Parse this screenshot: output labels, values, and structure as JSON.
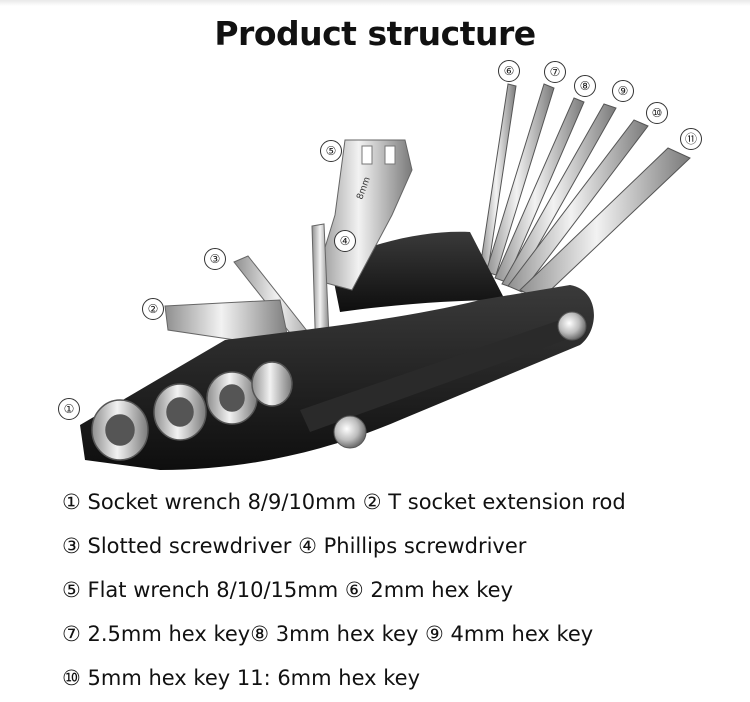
{
  "header": {
    "title": "Product structure"
  },
  "callouts": [
    "①",
    "②",
    "③",
    "④",
    "⑤",
    "⑥",
    "⑦",
    "⑧",
    "⑨",
    "⑩",
    "⑪"
  ],
  "legend": {
    "lines": [
      "① Socket wrench 8/9/10mm ② T socket extension rod",
      "③ Slotted screwdriver ④ Phillips screwdriver",
      "⑤ Flat wrench 8/10/15mm ⑥ 2mm hex key",
      "⑦ 2.5mm hex key⑧ 3mm hex key ⑨ 4mm hex key",
      "⑩ 5mm hex key  11:  6mm hex key"
    ]
  },
  "colors": {
    "tool_body": "#1c1c1c",
    "steel": "#c8c8c8",
    "background": "#ffffff"
  },
  "icons": [
    "multi-tool-photo"
  ]
}
